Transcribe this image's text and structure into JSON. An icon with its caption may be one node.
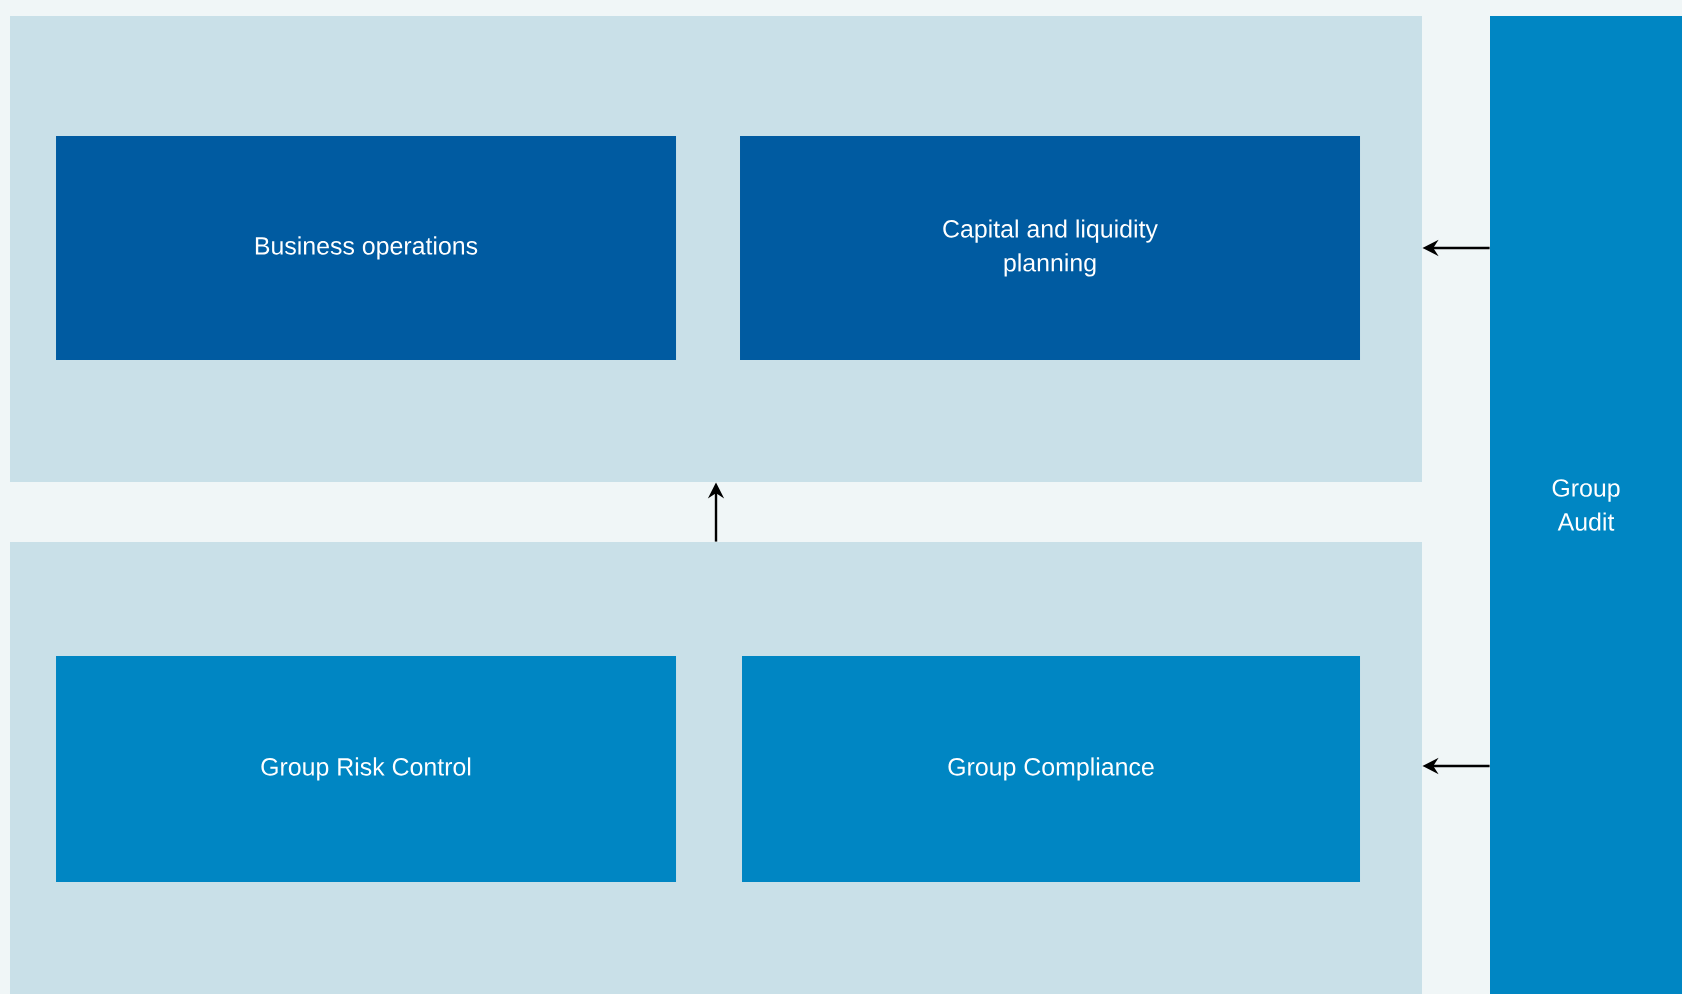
{
  "diagram": {
    "nodes": [
      {
        "text": [],
        "shape": "box"
      },
      {
        "text": [
          "Business operations"
        ],
        "in": 0
      },
      {
        "text": [
          "Capital and liquidity planning"
        ],
        "in": 0
      },
      {
        "text": [],
        "shape": "box"
      },
      {
        "text": [
          "Group Risk Control"
        ],
        "in": 3
      },
      {
        "text": [
          "Group Compliance"
        ],
        "in": 3
      },
      {
        "text": [
          "Group Audit"
        ]
      }
    ],
    "edges": [
      {
        "from": 3,
        "to": 0,
        "arrow": "to"
      },
      {
        "from": 6,
        "to": 0,
        "arrow": "to"
      },
      {
        "from": 6,
        "to": 3,
        "arrow": "to"
      }
    ]
  }
}
